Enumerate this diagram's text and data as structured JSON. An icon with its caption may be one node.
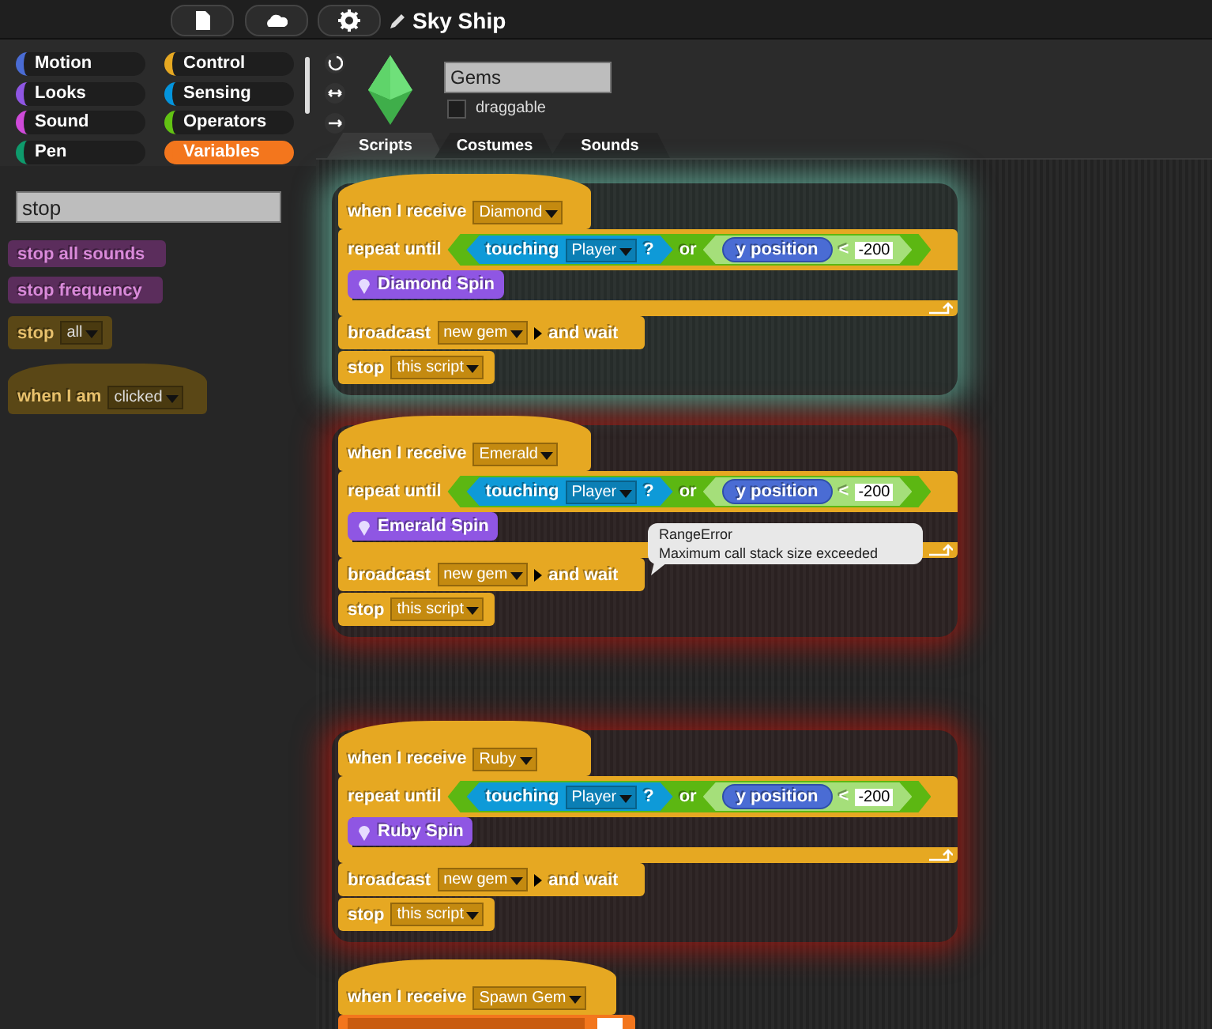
{
  "diagram": {
    "title": "Sky Ship",
    "labels": [
      "Motion",
      "Control",
      "Looks",
      "Sensing",
      "Sound",
      "Operators",
      "Pen",
      "Variables",
      "stop",
      "stop all sounds",
      "stop frequency",
      "stop",
      "all",
      "when I am",
      "clicked",
      "Gems",
      "draggable",
      "Scripts",
      "Costumes",
      "Sounds",
      "when I receive",
      "Diamond",
      "repeat until",
      "touching",
      "Player",
      "?",
      "or",
      "y position",
      "<",
      "-200",
      "Diamond Spin",
      "broadcast",
      "new gem",
      "and wait",
      "stop",
      "this script",
      "when I receive",
      "Emerald",
      "repeat until",
      "touching",
      "Player",
      "?",
      "or",
      "y position",
      "<",
      "-200",
      "Emerald Spin",
      "RangeError",
      "Maximum call stack size exceeded",
      "broadcast",
      "new gem",
      "and wait",
      "stop",
      "this script",
      "when I receive",
      "Ruby",
      "repeat until",
      "touching",
      "Player",
      "?",
      "or",
      "y position",
      "<",
      "-200",
      "Ruby Spin",
      "broadcast",
      "new gem",
      "and wait",
      "stop",
      "this script",
      "when I receive",
      "Spawn Gem"
    ]
  }
}
